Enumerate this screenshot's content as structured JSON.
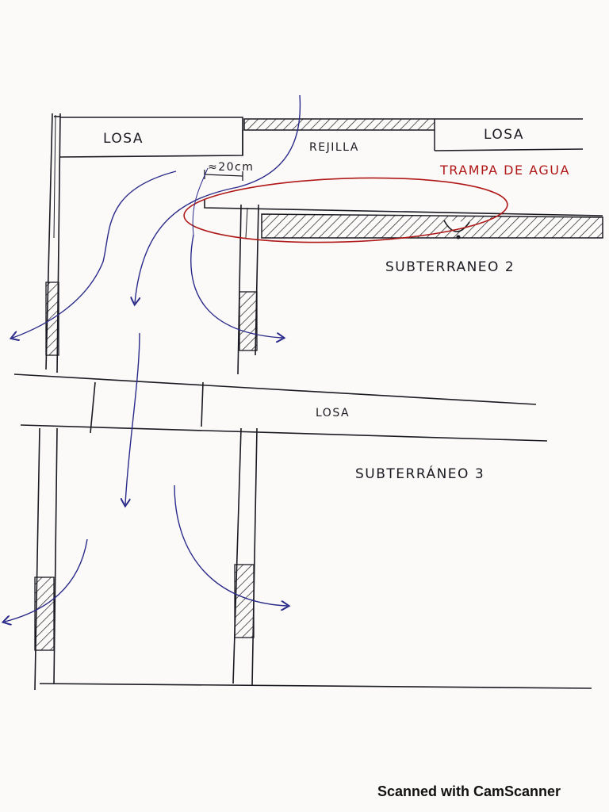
{
  "labels": {
    "losa_left": "LOSA",
    "losa_right": "LOSA",
    "rejilla": "REJILLA",
    "trampa": "TRAMPA DE AGUA",
    "dimension": "≈20cm",
    "subterraneo_2": "SUBTERRANEO 2",
    "losa_middle": "LOSA",
    "subterraneo_3": "SUBTERRÁNEO 3"
  },
  "footer": "Scanned with CamScanner",
  "colors": {
    "ink": "#1a1a22",
    "flow_arrows": "#2a2a8a",
    "red_annotation": "#b01818",
    "paper": "#fbfaf8"
  }
}
